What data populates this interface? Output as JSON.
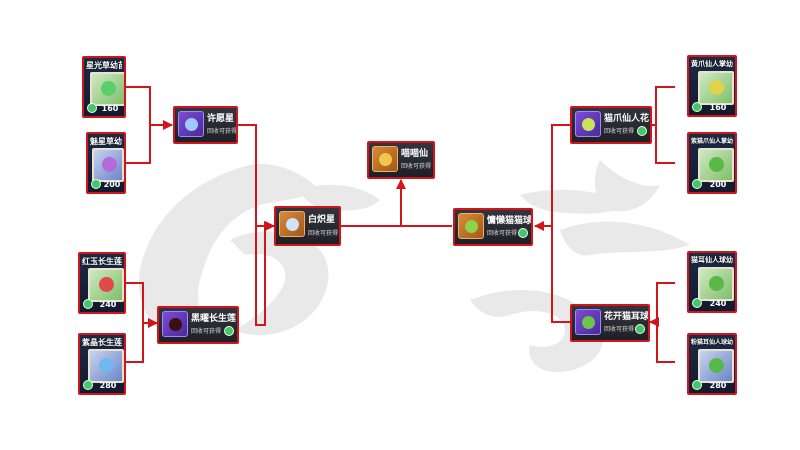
{
  "seeds": {
    "starlight": {
      "title": "星光草幼苗",
      "count": "160"
    },
    "charm": {
      "title": "魅星草幼苗",
      "count": "200"
    },
    "red_jade": {
      "title": "红玉长生莲幼苗",
      "count": "240"
    },
    "purple_crystal": {
      "title": "紫晶长生莲幼苗",
      "count": "280"
    },
    "yellow_claw": {
      "title": "黄爪仙人掌幼苗",
      "count": "160"
    },
    "purple_claw": {
      "title": "紫猫爪仙人掌幼苗",
      "count": "200"
    },
    "green_ear": {
      "title": "猫耳仙人球幼苗",
      "count": "240"
    },
    "pink_ear": {
      "title": "粉猫耳仙人球幼苗",
      "count": "280"
    }
  },
  "products": {
    "wish_star": {
      "name": "许愿星",
      "sub": "回收可获得"
    },
    "black_lotus": {
      "name": "黑曜长生莲",
      "sub": "回收可获得"
    },
    "white_star": {
      "name": "白炽星",
      "sub": "回收可获得"
    },
    "meow_fairy": {
      "name": "喵喵仙",
      "sub": "回收可获得"
    },
    "lazy_cat_ball": {
      "name": "慵懒猫猫球",
      "sub": "回收可获得"
    },
    "cat_claw_flower": {
      "name": "猫爪仙人花",
      "sub": "回收可获得"
    },
    "cat_ear_ball": {
      "name": "花开猫耳球",
      "sub": "回收可获得"
    }
  },
  "icons": {
    "leaf": "leaf-icon",
    "seed_packet": "seed-packet-icon",
    "flower": "flower-icon"
  },
  "colors": {
    "connector": "#d0151b",
    "card_border": "#d0151b",
    "leaf_badge": "#45c66a"
  }
}
